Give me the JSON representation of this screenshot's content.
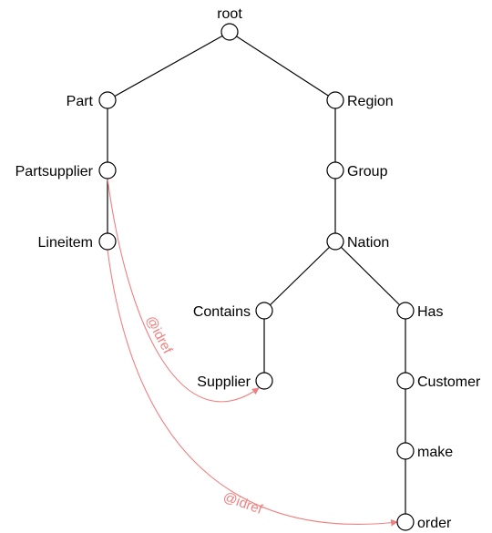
{
  "nodes": {
    "root": "root",
    "part": "Part",
    "region": "Region",
    "partsupplier": "Partsupplier",
    "group": "Group",
    "lineitem": "Lineitem",
    "nation": "Nation",
    "contains": "Contains",
    "has": "Has",
    "supplier": "Supplier",
    "customer": "Customer",
    "make": "make",
    "order": "order"
  },
  "references": {
    "partsupplier_to_supplier": "@idref",
    "lineitem_to_order": "@idref"
  },
  "colors": {
    "edge": "#000000",
    "reference": "#f08080"
  }
}
